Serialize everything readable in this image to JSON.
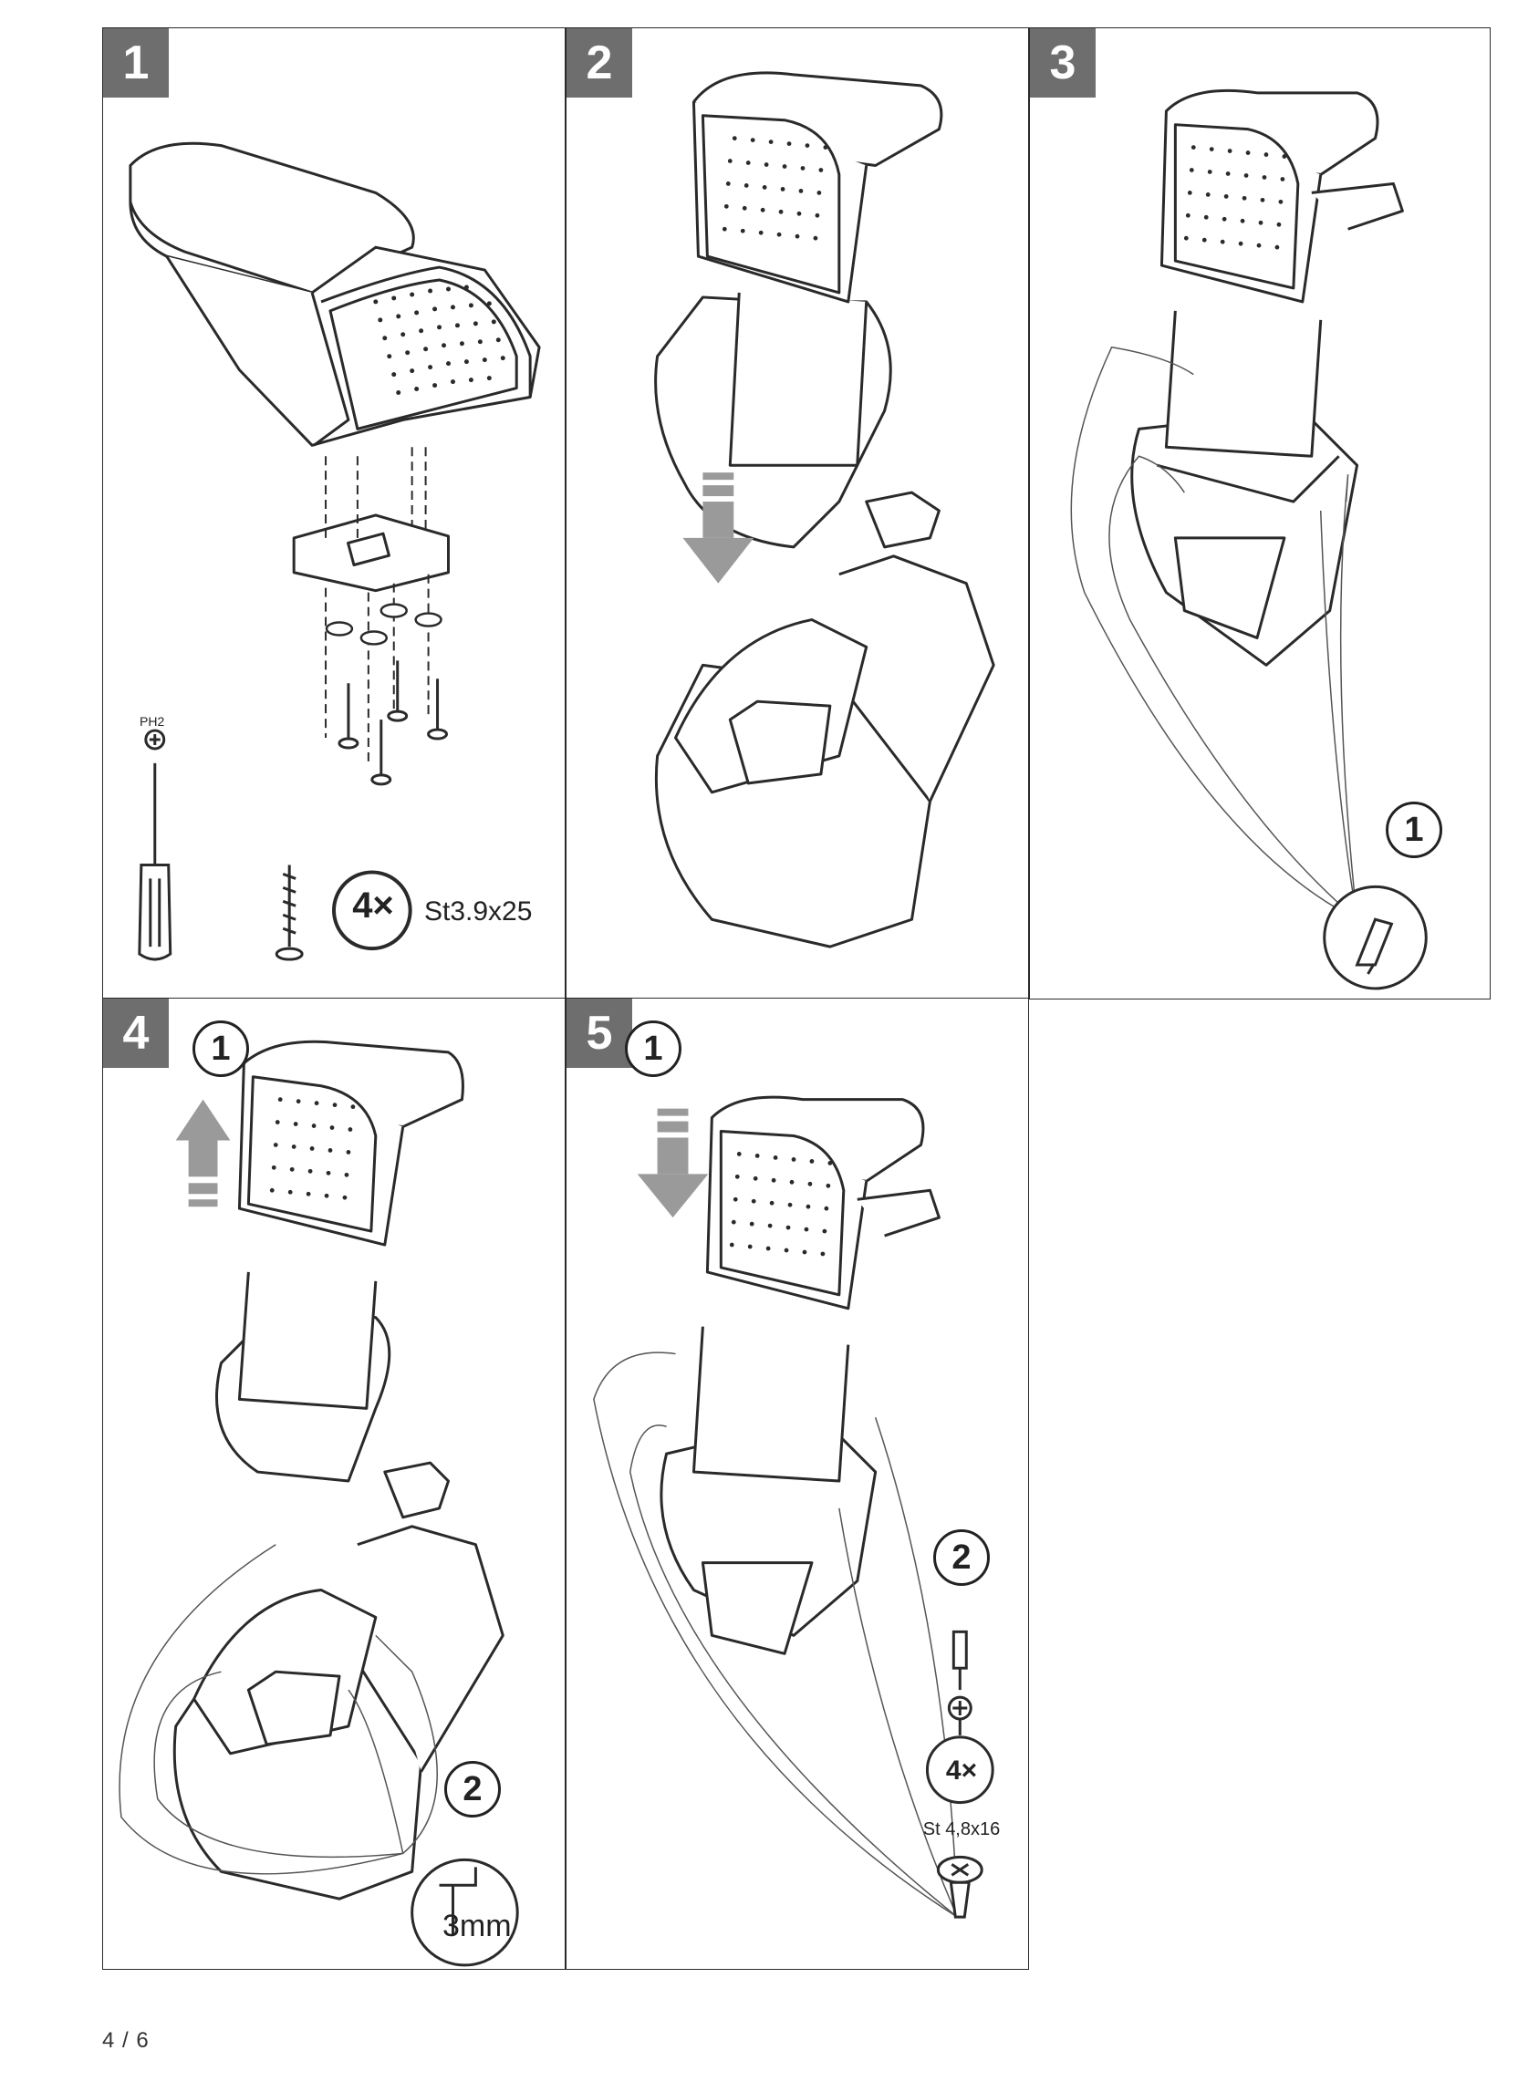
{
  "steps": [
    {
      "number": "1"
    },
    {
      "number": "2"
    },
    {
      "number": "3",
      "callout": "1"
    },
    {
      "number": "4",
      "callouts": [
        "1",
        "2"
      ],
      "drill": "3mm"
    },
    {
      "number": "5",
      "callouts": [
        "1",
        "2"
      ],
      "count": "4×",
      "screw": "St 4,8x16"
    }
  ],
  "step1": {
    "bit": "PH2",
    "count": "4×",
    "screw": "St3.9x25"
  },
  "page_number": "4 / 6",
  "colors": {
    "badge": "#6e6e6e",
    "line": "#2a2a2a",
    "arrow": "#9a9a9a"
  },
  "icons": [
    "phillips-screwdriver-icon",
    "phillips-bit-icon",
    "screw-icon",
    "hand-drill-icon",
    "drill-bit-icon",
    "down-arrow-icon",
    "up-arrow-icon",
    "armrest-illustration"
  ]
}
